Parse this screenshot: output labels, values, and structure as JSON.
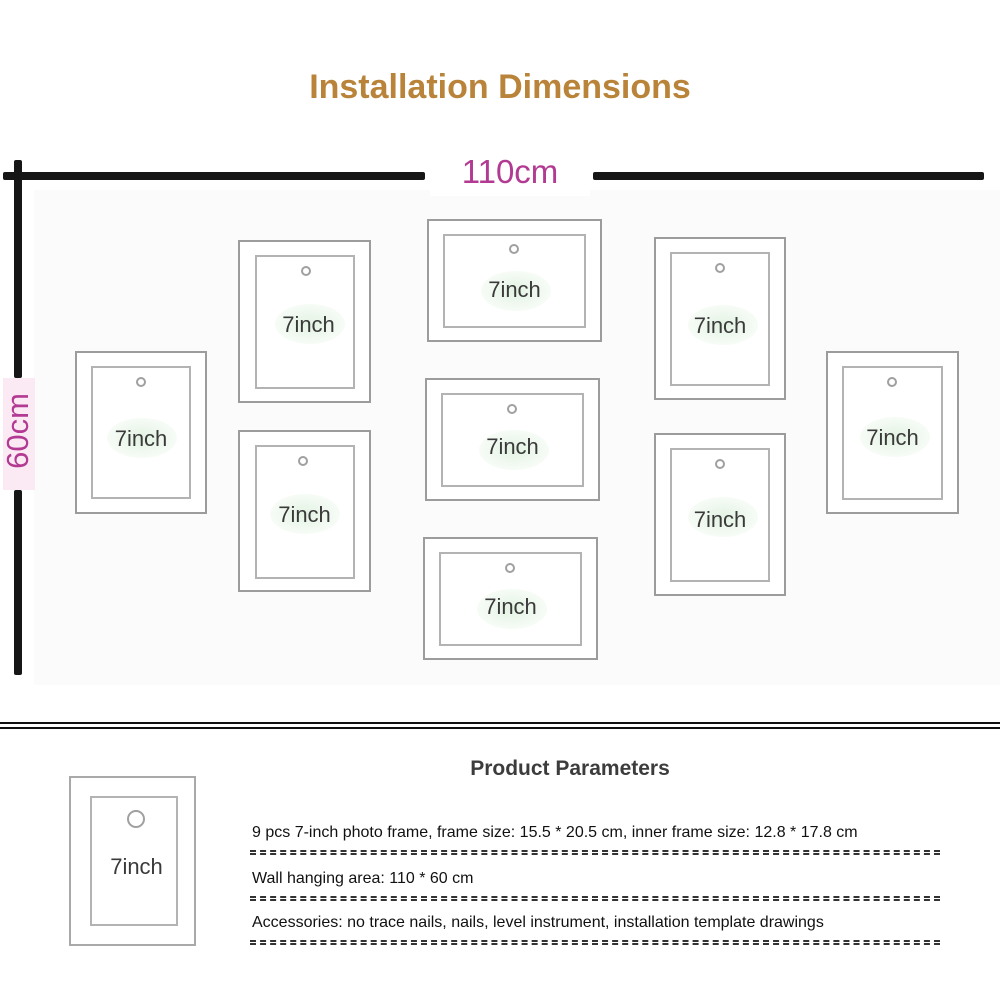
{
  "title": "Installation Dimensions",
  "dimensions": {
    "width_label": "110cm",
    "height_label": "60cm"
  },
  "frame_label": "7inch",
  "product_parameters": {
    "heading": "Product Parameters",
    "sample_frame_label": "7inch",
    "lines": [
      "9 pcs 7-inch photo frame, frame size: 15.5 * 20.5 cm, inner frame size: 12.8 * 17.8 cm",
      "Wall hanging area: 110 * 60 cm",
      "Accessories: no trace nails, nails, level instrument, installation template drawings"
    ]
  },
  "colors": {
    "title": "#b9843a",
    "dimension_text": "#b23a92",
    "bars": "#161616"
  }
}
